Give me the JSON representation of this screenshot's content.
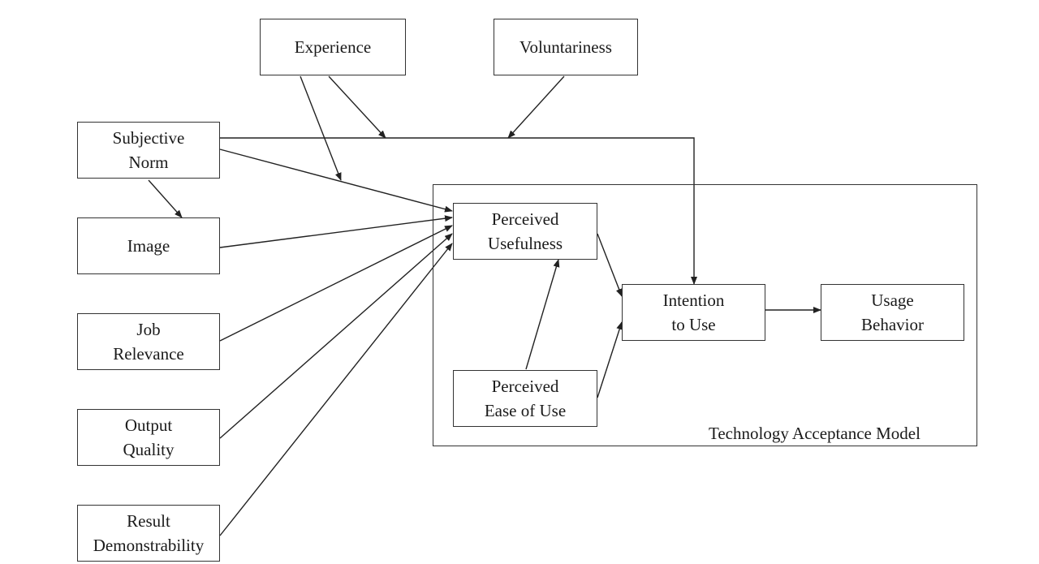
{
  "nodes": {
    "experience": "Experience",
    "voluntariness": "Voluntariness",
    "subjective_norm": "Subjective\nNorm",
    "image": "Image",
    "job_relevance": "Job\nRelevance",
    "output_quality": "Output\nQuality",
    "result_demonstrability": "Result\nDemonstrability",
    "perceived_usefulness": "Perceived\nUsefulness",
    "perceived_ease_of_use": "Perceived\nEase of Use",
    "intention_to_use": "Intention\nto Use",
    "usage_behavior": "Usage\nBehavior"
  },
  "container_label": "Technology Acceptance Model"
}
